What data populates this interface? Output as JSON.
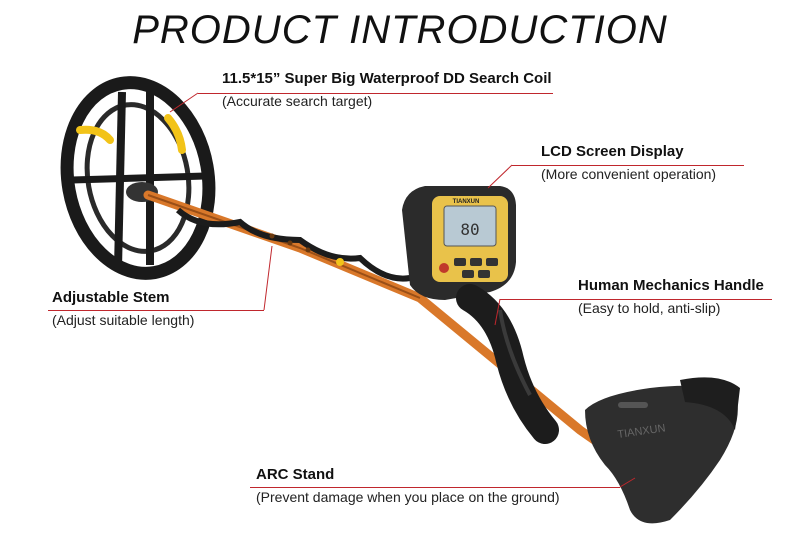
{
  "title": "PRODUCT INTRODUCTION",
  "callouts": {
    "coil": {
      "head": "11.5*15” Super Big Waterproof DD Search Coil",
      "sub": "(Accurate search target)"
    },
    "lcd": {
      "head": "LCD Screen Display",
      "sub": "(More convenient operation)"
    },
    "handle": {
      "head": "Human Mechanics Handle",
      "sub": "(Easy to hold, anti-slip)"
    },
    "stem": {
      "head": "Adjustable Stem",
      "sub": "(Adjust suitable length)"
    },
    "stand": {
      "head": "ARC Stand",
      "sub": "(Prevent damage when you place on the ground)"
    }
  },
  "device": {
    "brand": "TIANXUN",
    "lcd_digits": "80",
    "accent_color": "#f2c318",
    "stem_color": "#d9782a",
    "leader_color": "#c0272d"
  }
}
